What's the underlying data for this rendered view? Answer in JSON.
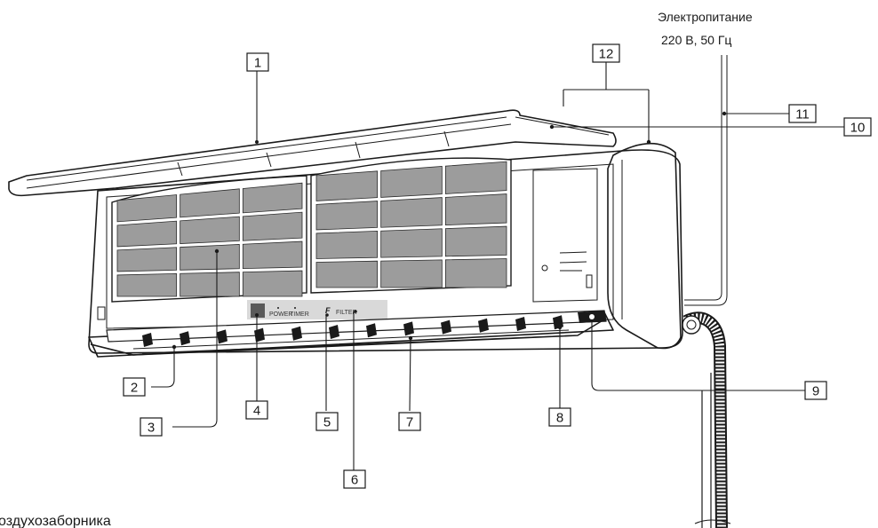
{
  "power_supply": {
    "line1": "Электропитание",
    "line2": "220 В, 50 Гц"
  },
  "callouts": [
    "1",
    "2",
    "3",
    "4",
    "5",
    "6",
    "7",
    "8",
    "9",
    "10",
    "11",
    "12"
  ],
  "control_panel": {
    "power_label": "POWER",
    "timer_label": "TIMER",
    "f_label": "F",
    "filter_label": "FILTER"
  },
  "bottom_caption_fragment": "оздухозаборника",
  "colors": {
    "filter_mesh": "#9c9c9c",
    "panel_strip": "#d9d9d9",
    "dark_strip": "#1a1a1a",
    "line": "#1a1a1a"
  }
}
